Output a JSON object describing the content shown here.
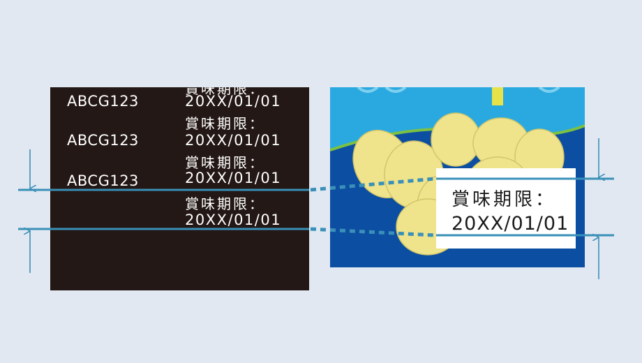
{
  "sheet": {
    "rows": [
      {
        "code": "ABCG123",
        "label": "賞味期限：",
        "date": "20XX/01/01"
      },
      {
        "code": "ABCG123",
        "label": "賞味期限：",
        "date": "20XX/01/01"
      },
      {
        "code": "ABCG123",
        "label": "賞味期限：",
        "date": "20XX/01/01"
      },
      {
        "code": "",
        "label": "賞味期限：",
        "date": "20XX/01/01"
      }
    ]
  },
  "package": {
    "label": "賞味期限：",
    "date": "20XX/01/01"
  },
  "colors": {
    "background": "#e1e8f1",
    "sheet": "#231815",
    "guide": "#3a90b8",
    "pack_dark": "#0b4ea2",
    "pack_light": "#2aa9e0",
    "stripe": "#7cc142",
    "food": "#efe38c"
  }
}
